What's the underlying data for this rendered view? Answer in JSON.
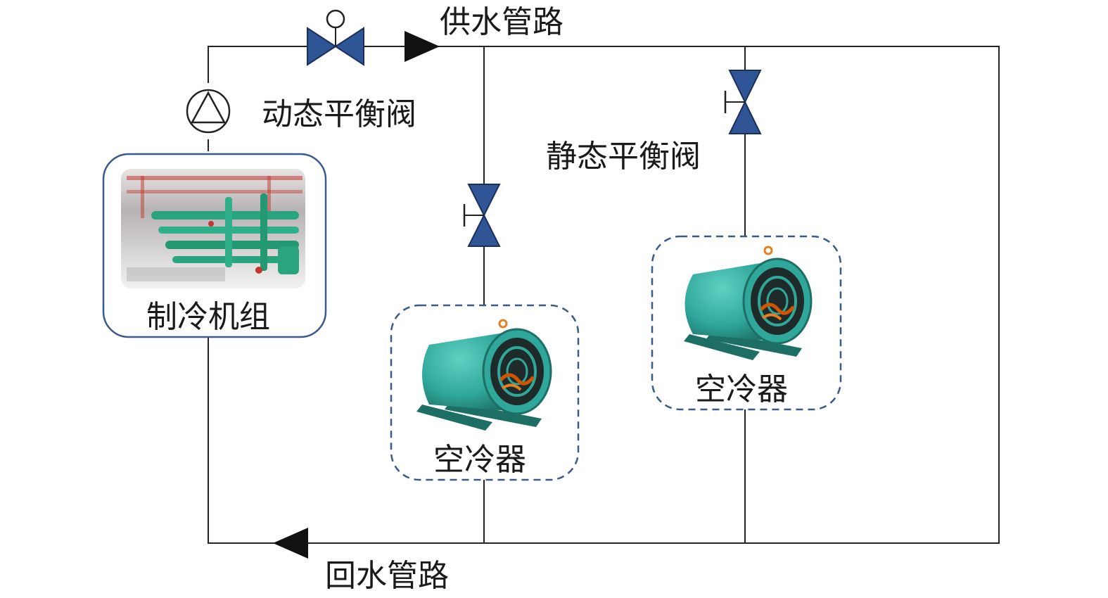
{
  "labels": {
    "supply_pipe": "供水管路",
    "return_pipe": "回水管路",
    "dynamic_valve": "动态平衡阀",
    "static_valve": "静态平衡阀",
    "chiller": "制冷机组",
    "air_cooler_1": "空冷器",
    "air_cooler_2": "空冷器"
  },
  "colors": {
    "pipe": "#222222",
    "valve": "#2f5597",
    "box_border": "#3a5a8c",
    "cooler_body": "#2fa79a"
  }
}
